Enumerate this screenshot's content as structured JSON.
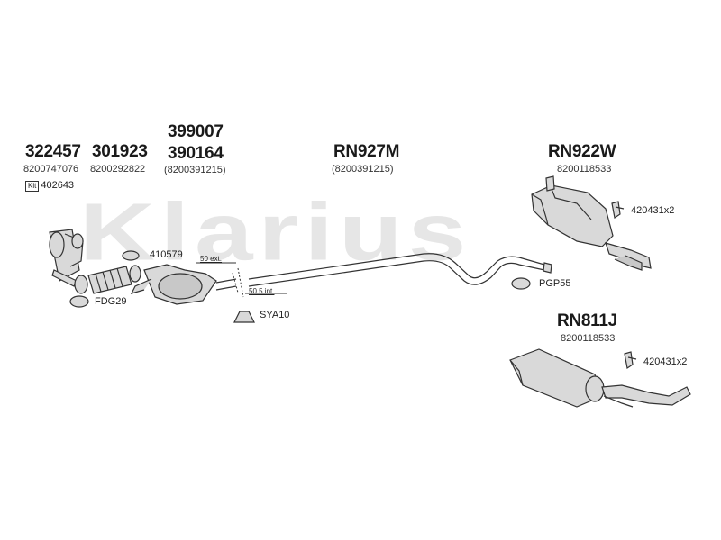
{
  "watermark": "Klarius",
  "parts": {
    "p322457": {
      "number": "322457",
      "oem": "8200747076"
    },
    "p301923": {
      "number": "301923",
      "oem": "8200292822"
    },
    "p399007": {
      "number": "399007"
    },
    "p390164": {
      "number": "390164",
      "oem": "(8200391215)"
    },
    "rn927m": {
      "number": "RN927M",
      "oem": "(8200391215)"
    },
    "rn922w": {
      "number": "RN922W",
      "oem": "8200118533"
    },
    "rn811j": {
      "number": "RN811J",
      "oem": "8200118533"
    }
  },
  "kit": {
    "icon_text": "Kit",
    "number": "402643"
  },
  "fittings": {
    "f410579": "410579",
    "fdg29": "FDG29",
    "sya10": "SYA10",
    "pgp55": "PGP55",
    "hanger_top": "420431x2",
    "hanger_bottom": "420431x2"
  },
  "dimensions": {
    "ext": "50 ext.",
    "int": "50.5 int."
  },
  "colors": {
    "line": "#333333",
    "fill": "#d9d9d9",
    "watermark": "#e6e6e6"
  }
}
